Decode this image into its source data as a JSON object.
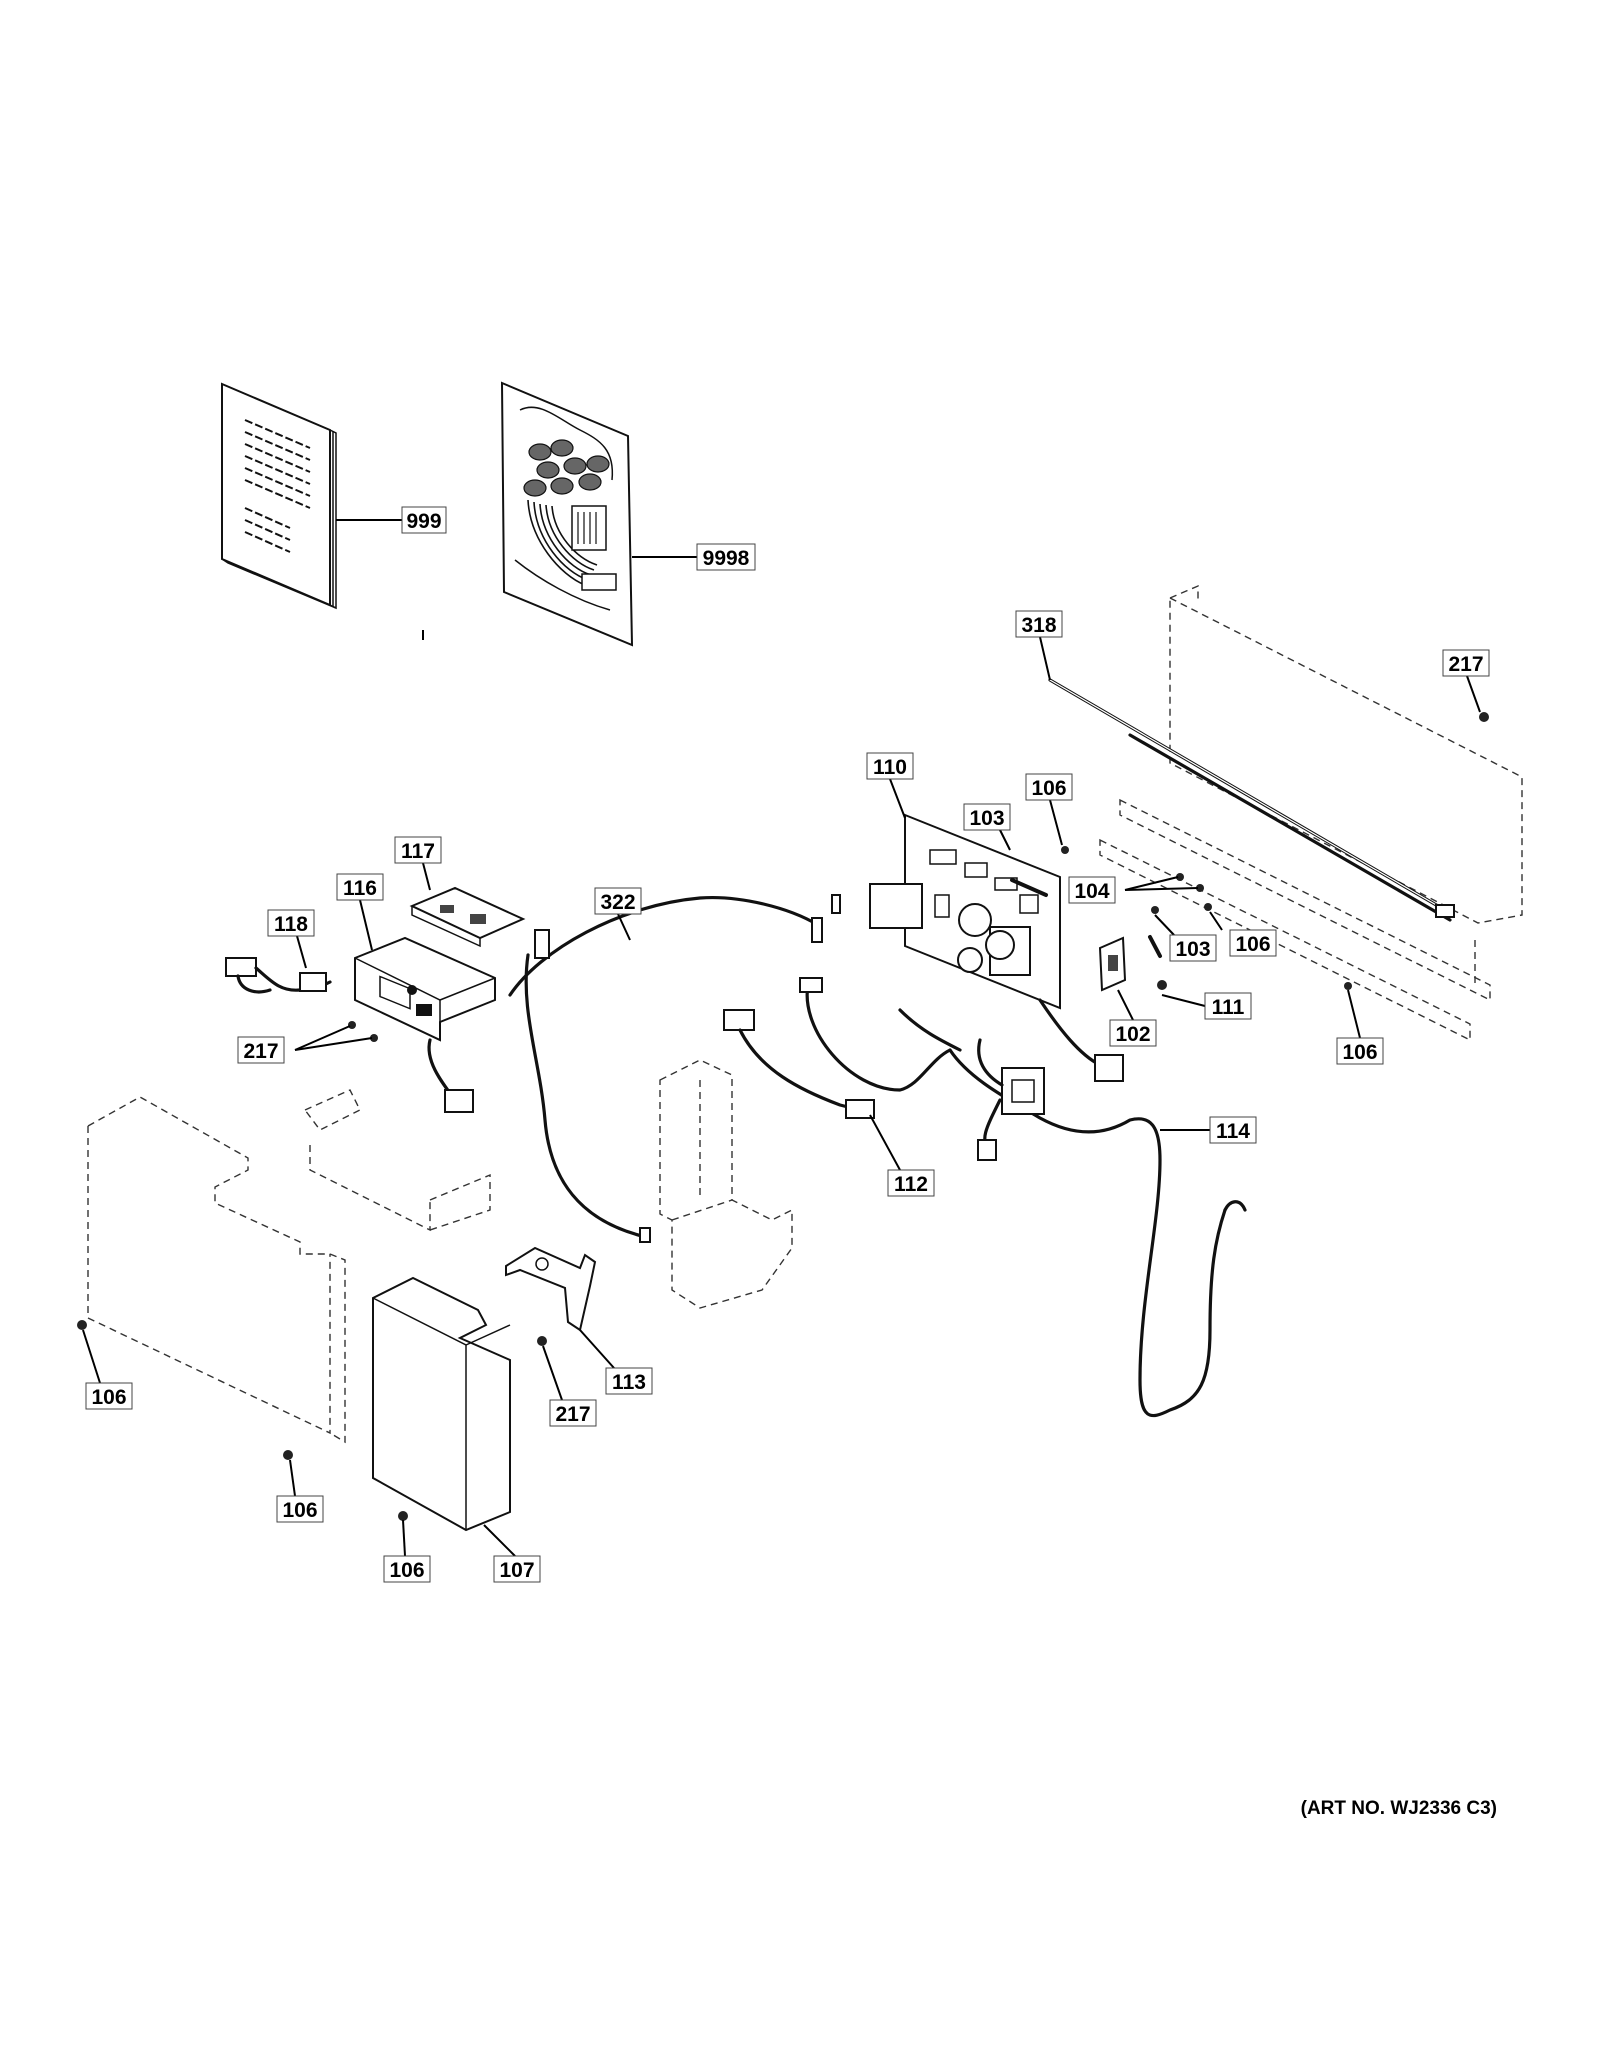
{
  "diagram": {
    "labels": {
      "l999": "999",
      "l9998": "9998",
      "l318": "318",
      "l217a": "217",
      "l110": "110",
      "l106a": "106",
      "l103a": "103",
      "l104": "104",
      "l103b": "103",
      "l106b": "106",
      "l117": "117",
      "l116": "116",
      "l118": "118",
      "l322": "322",
      "l111": "111",
      "l102": "102",
      "l106c": "106",
      "l217b": "217",
      "l114": "114",
      "l112": "112",
      "l106d": "106",
      "l113": "113",
      "l217c": "217",
      "l106e": "106",
      "l106f": "106",
      "l107": "107"
    },
    "art_number": "(ART NO. WJ2336 C3)"
  }
}
